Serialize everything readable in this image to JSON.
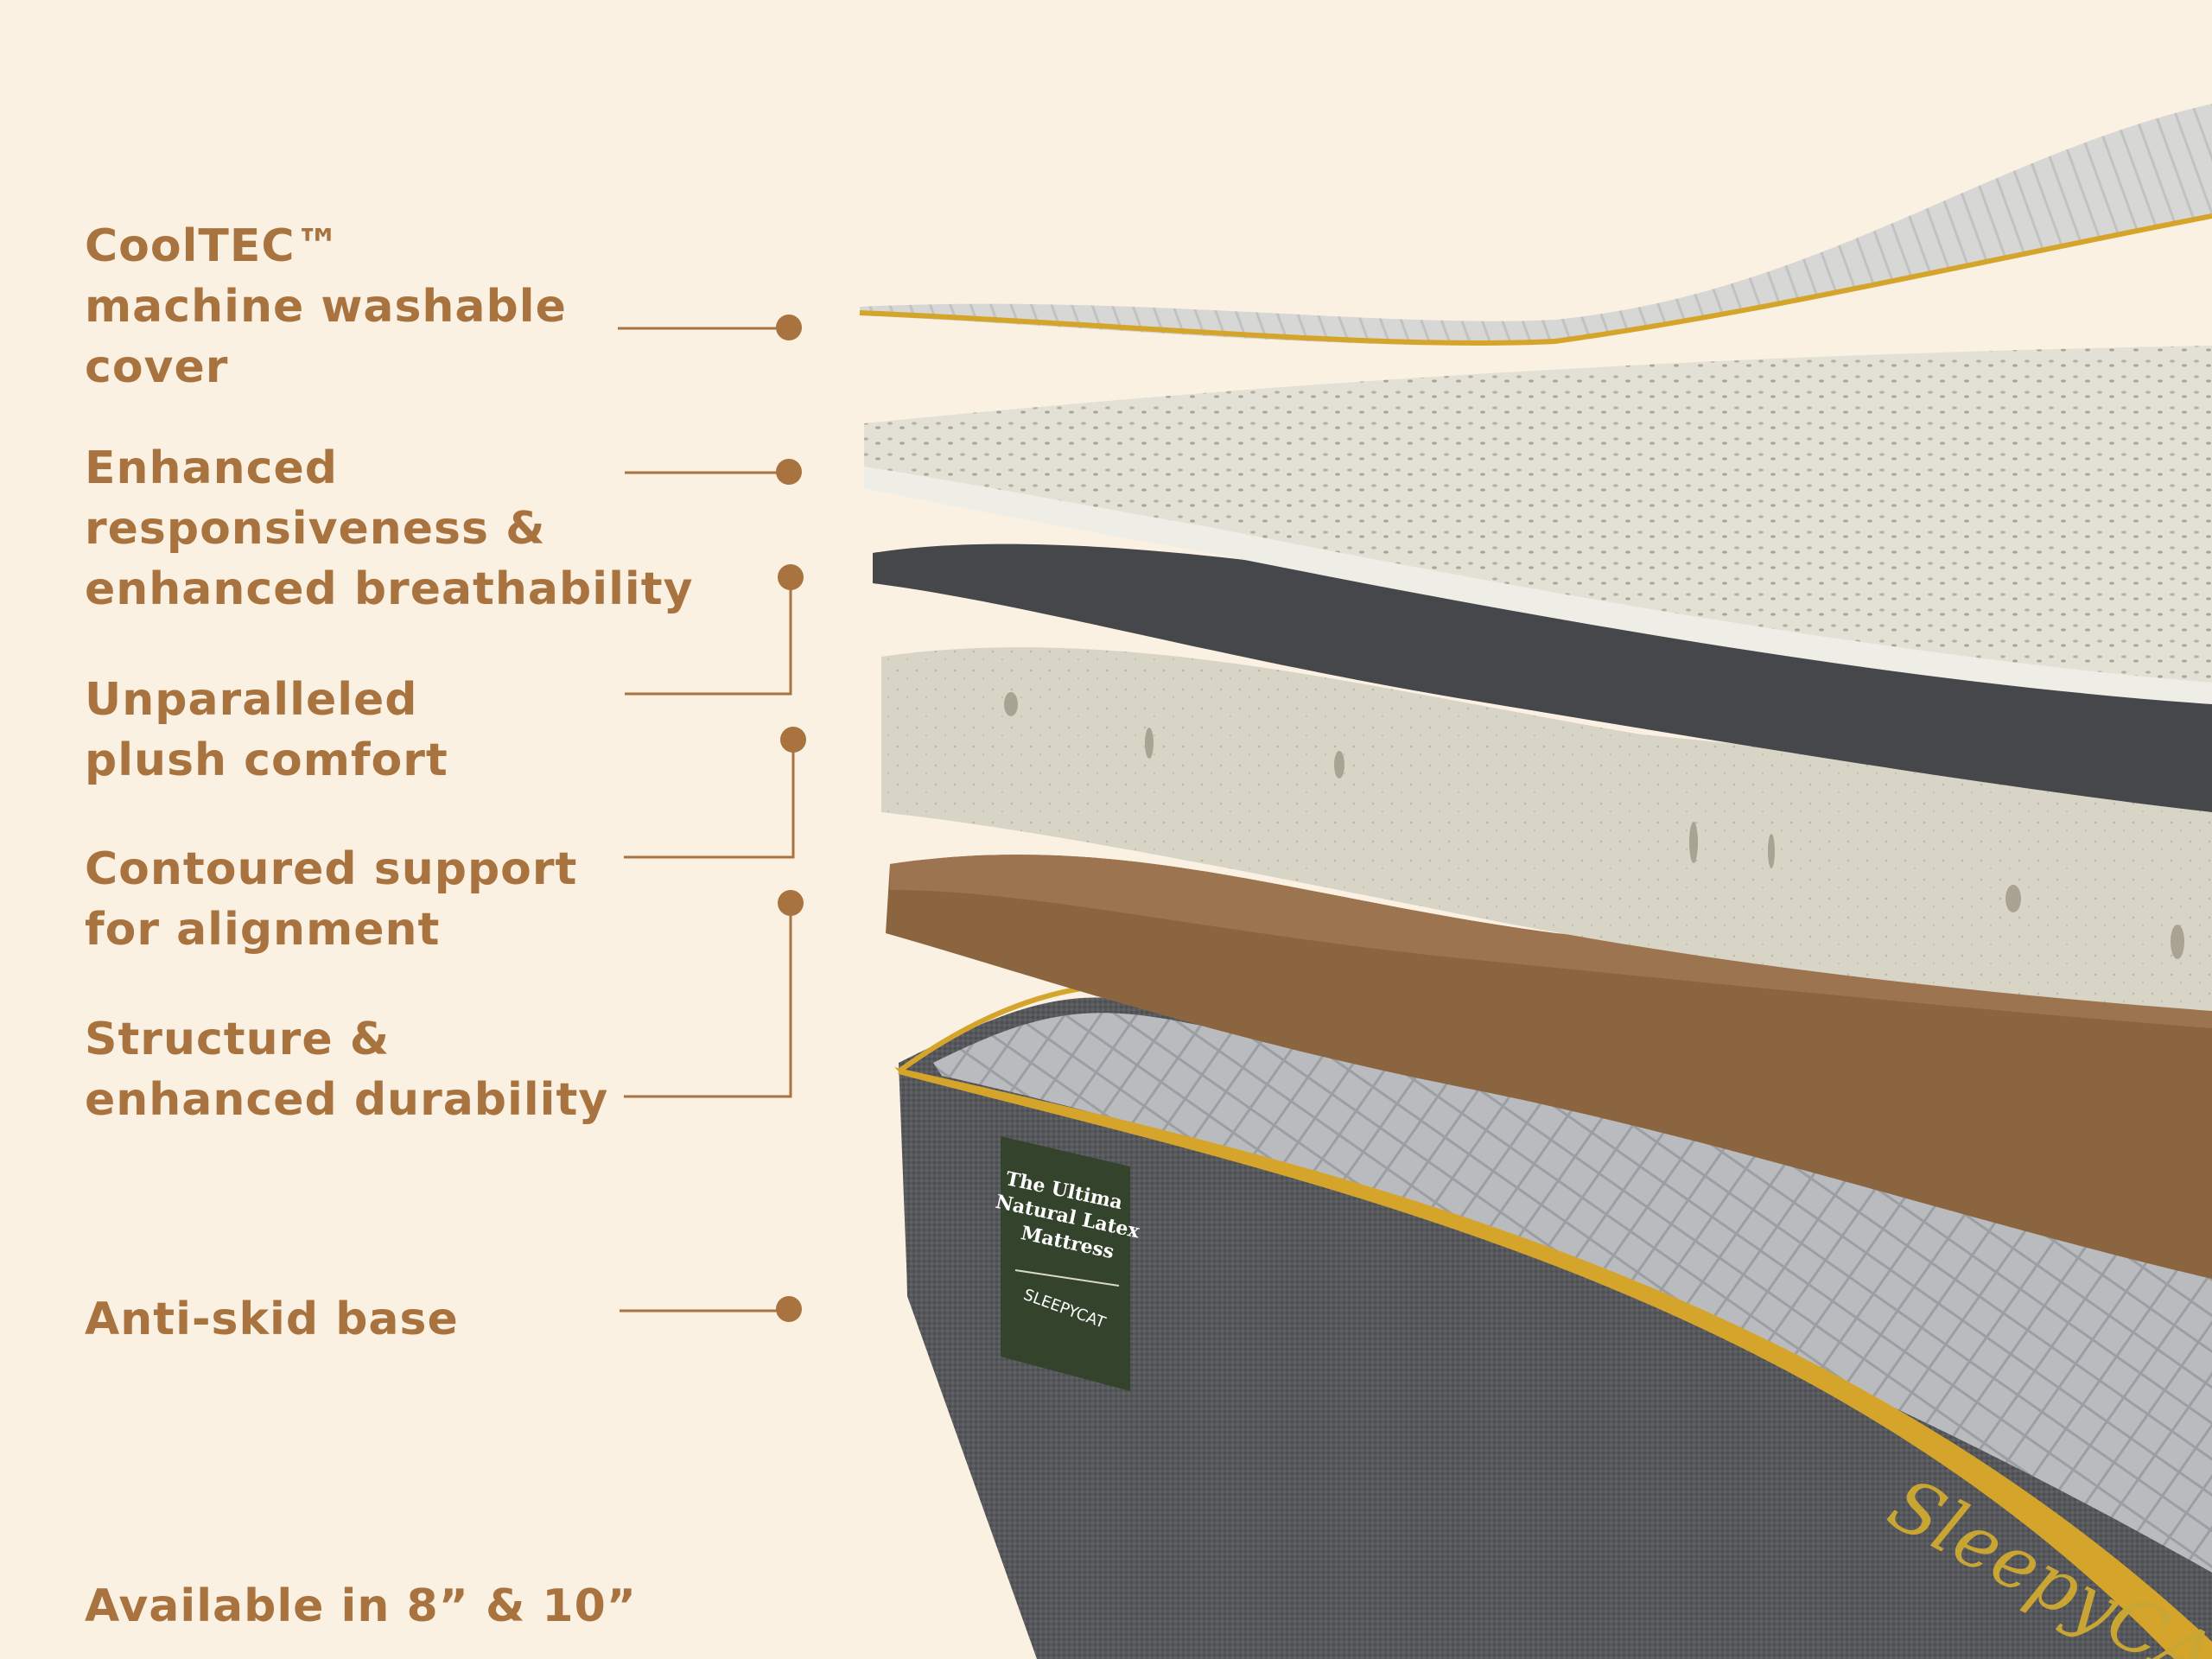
{
  "features": [
    {
      "id": "cover",
      "lines": [
        "CoolTEC™",
        "machine washable",
        "cover"
      ]
    },
    {
      "id": "responsiveness",
      "lines": [
        "Enhanced",
        "responsiveness &",
        "enhanced breathability"
      ]
    },
    {
      "id": "comfort",
      "lines": [
        "Unparalleled",
        "plush comfort"
      ]
    },
    {
      "id": "support",
      "lines": [
        "Contoured support",
        "for alignment"
      ]
    },
    {
      "id": "structure",
      "lines": [
        "Structure &",
        "enhanced durability"
      ]
    },
    {
      "id": "base",
      "lines": [
        "Anti-skid base"
      ]
    }
  ],
  "availability": "Available in 8” & 10”",
  "mattress_tag": {
    "lines": [
      "The Ultima",
      "Natural Latex",
      "Mattress"
    ],
    "brand": "SLEEPYCAT"
  },
  "side_brand": "SleepyCAT",
  "colors": {
    "background": "#faf1e2",
    "text": "#a8733f",
    "connector": "#a8733f",
    "piping": "#d4a52a",
    "cover": "#d9d9d9",
    "top_foam": "#ecebe4",
    "dark_layer": "#4a4b4e",
    "latex": "#d8d4c4",
    "brown_layer": "#8a6540",
    "base_fabric": "#55565a",
    "tag": "#34432c"
  }
}
